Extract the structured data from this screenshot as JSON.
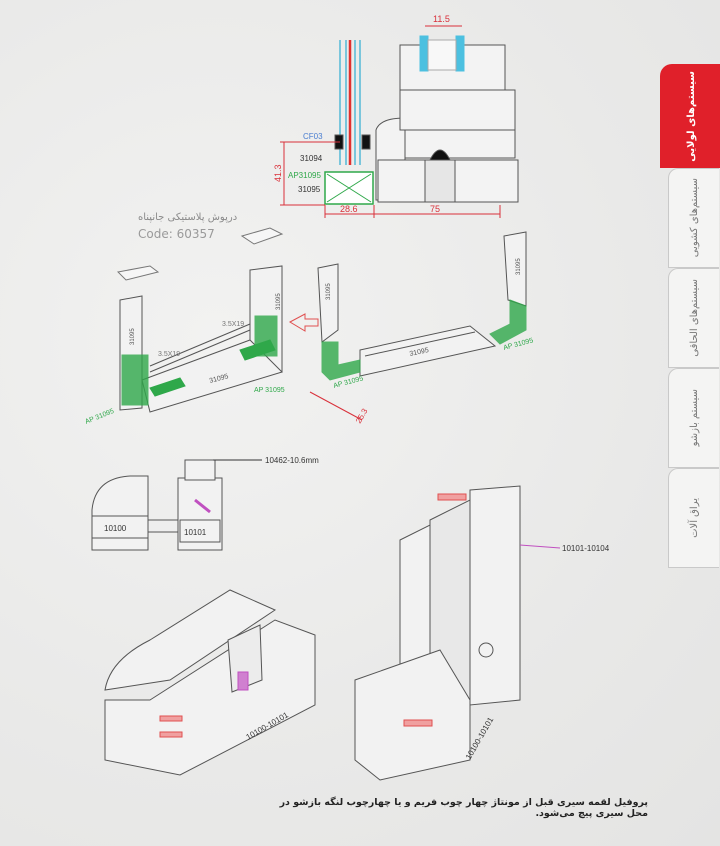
{
  "tabs": [
    {
      "label": "سیستم‌های لولایی",
      "active": true
    },
    {
      "label": "سیستم‌های کشویی",
      "active": false
    },
    {
      "label": "سیستم‌های الحاقی",
      "active": false
    },
    {
      "label": "سیستم بازشو",
      "active": false
    },
    {
      "label": "یراق آلات",
      "active": false
    }
  ],
  "section_drawing": {
    "dim_glass": "11.5",
    "dim_height": "41.3",
    "dim_width_left": "28.6",
    "dim_width_right": "75",
    "labels": [
      "CF03",
      "31094",
      "AP31095",
      "31095"
    ]
  },
  "plug": {
    "name": "درپوش پلاستیکی جانپناه",
    "code": "Code: 60357"
  },
  "assembly_left": {
    "screw1": "3.5X19",
    "screw2": "3.5X19",
    "profile": "31095",
    "corner1": "AP 31095",
    "corner2": "AP 31095",
    "post1": "31095",
    "post2": "31095"
  },
  "assembly_right": {
    "profile": "31095",
    "corner1": "AP 31095",
    "corner2": "AP 31095",
    "post1": "31095",
    "post2": "31095",
    "dim": "25.3"
  },
  "profile_section": {
    "callout": "10462-10.6mm",
    "left": "10100",
    "right": "10101"
  },
  "iso_right": {
    "callout": "10101-10104",
    "label": "10100-10101"
  },
  "iso_left": {
    "label": "10100-10101"
  },
  "caption": "پروفیل لقمه سیری قبل از مونتاژ چهار چوب فریم و یا چهارچوب لنگه بازشو در محل سیری پیچ می‌شود.",
  "colors": {
    "accent": "#e0202a",
    "green": "#2fa84a",
    "glass": "#4cc0e0",
    "dim": "#d9303a"
  }
}
